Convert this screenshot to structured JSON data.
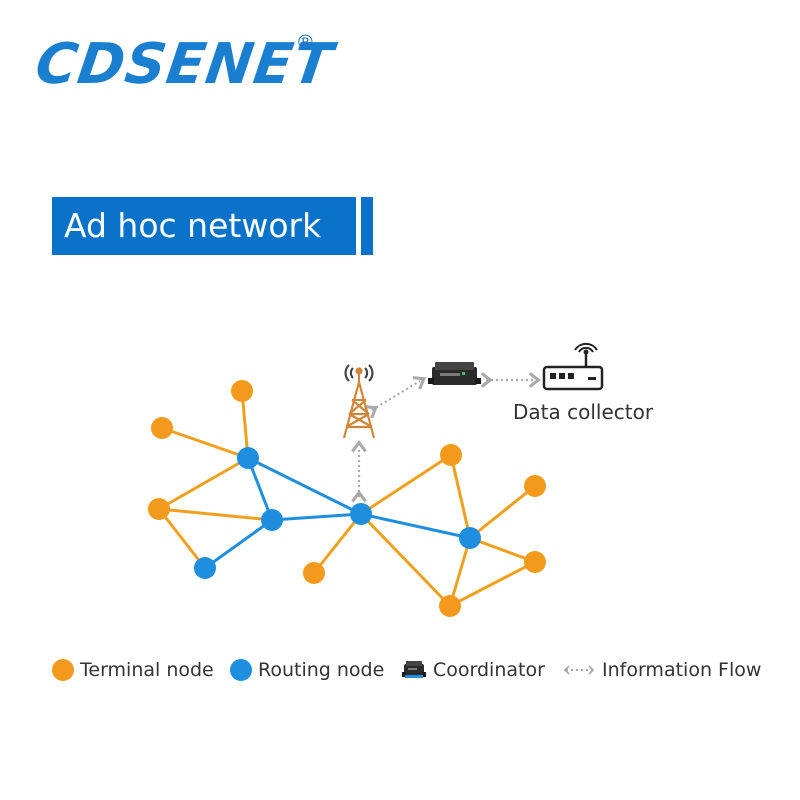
{
  "brand": {
    "logo_text": "CDSENET",
    "registered_mark": "®"
  },
  "banner": {
    "title": "Ad hoc network"
  },
  "diagram": {
    "data_collector_label": "Data collector",
    "colors": {
      "terminal": "#f39a1c",
      "routing": "#1e8fdf",
      "terminal_link": "#f0a01e",
      "routing_link": "#1e8fdf",
      "info_flow": "#a9a9a9",
      "tower": "#d0863a",
      "brand_blue": "#0a73c9"
    },
    "icons": [
      "tower-icon",
      "coordinator-icon",
      "router-icon"
    ]
  },
  "legend": {
    "terminal_label": "Terminal node",
    "routing_label": "Routing node",
    "coordinator_label": "Coordinator",
    "info_flow_label": "Information Flow"
  }
}
